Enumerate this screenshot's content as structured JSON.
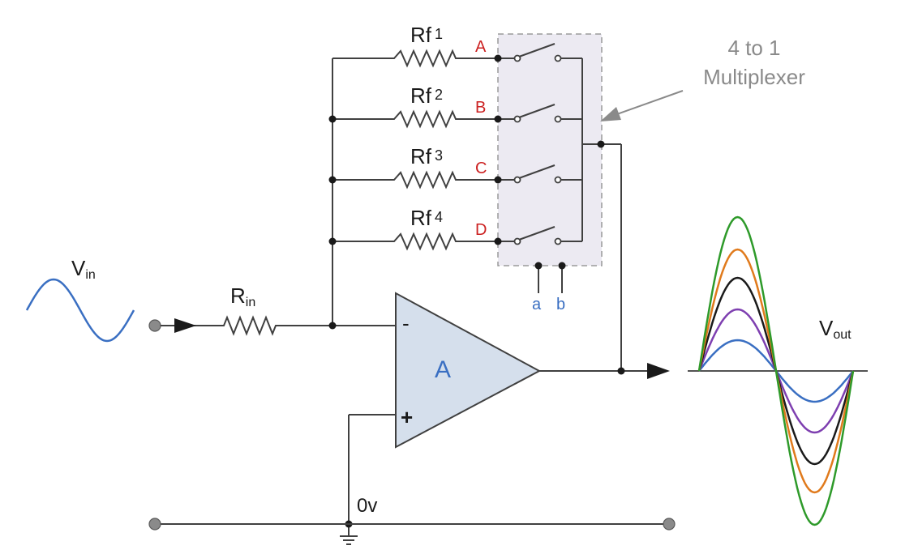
{
  "input": {
    "label": "V",
    "sub": "in",
    "color": "#3a6fc2"
  },
  "input_resistor": {
    "label": "R",
    "sub": "in"
  },
  "feedback": [
    {
      "label": "Rf",
      "sub": "1",
      "letter": "A"
    },
    {
      "label": "Rf",
      "sub": "2",
      "letter": "B"
    },
    {
      "label": "Rf",
      "sub": "3",
      "letter": "C"
    },
    {
      "label": "Rf",
      "sub": "4",
      "letter": "D"
    }
  ],
  "mux": {
    "title_line1": "4 to 1",
    "title_line2": "Multiplexer",
    "select_a": "a",
    "select_b": "b",
    "fill": "#eceaf2",
    "border": "#9a9a9a"
  },
  "opamp": {
    "label": "A",
    "minus": "-",
    "plus": "+",
    "fill": "#d5dfec",
    "label_color": "#3a6fc2"
  },
  "ground": {
    "label": "0v"
  },
  "output": {
    "label": "V",
    "sub": "out",
    "wave_colors": [
      "#3a6fc2",
      "#7e3fb0",
      "#1a1a1a",
      "#e07a1c",
      "#2e9a2a"
    ]
  },
  "colors": {
    "letters": "#cc2222",
    "select": "#3a6fc2",
    "wire": "#404040"
  }
}
